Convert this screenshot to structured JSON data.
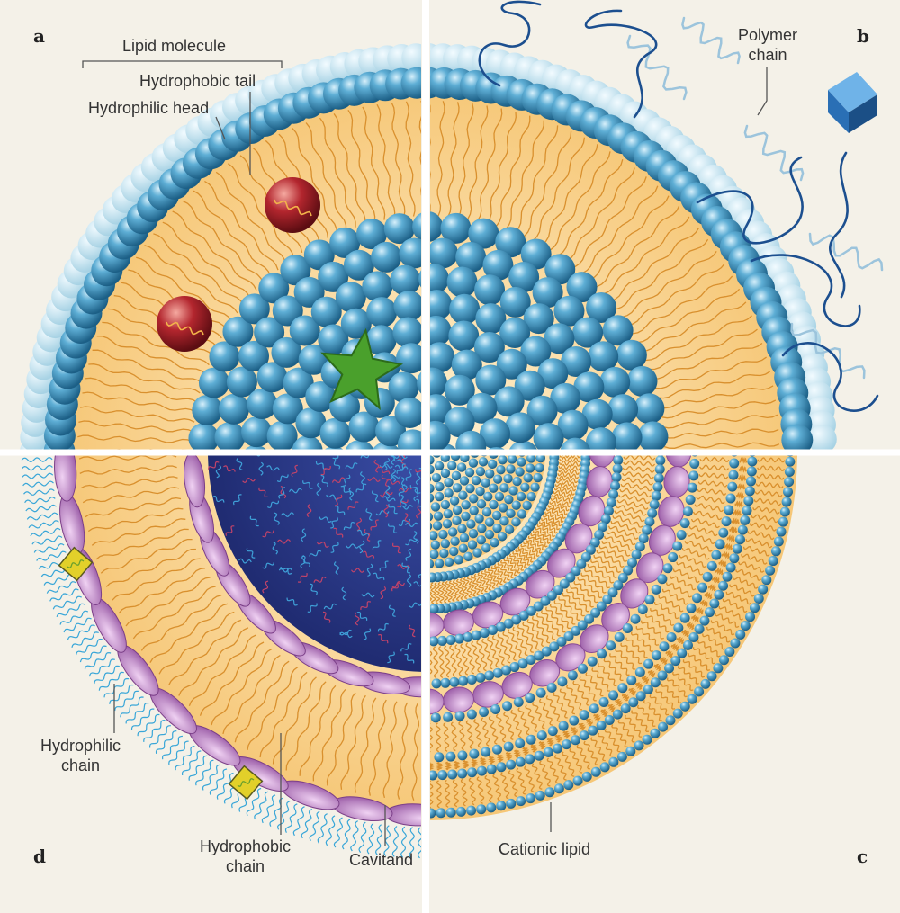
{
  "panels": {
    "a": "a",
    "b": "b",
    "c": "c",
    "d": "d"
  },
  "labels": {
    "lipid_molecule": "Lipid molecule",
    "hydrophobic_tail": "Hydrophobic tail",
    "hydrophilic_head": "Hydrophilic head",
    "polymer_chain": "Polymer\nchain",
    "hydrophilic_chain": "Hydrophilic\nchain",
    "hydrophobic_chain": "Hydrophobic\nchain",
    "cavitand": "Cavitand",
    "cationic_lipid": "Cationic lipid"
  },
  "colors": {
    "background": "#f4f1e8",
    "core": "#fbe3b4",
    "lipid_head": "#3b92be",
    "lipid_tail": "#d9902e",
    "polymer": "#1c4f8f",
    "cavitand": "#b77cc2",
    "hydrophilic_chain": "#38a6d8",
    "drug_sphere": "#b3262e",
    "drug_star": "#4aa02c",
    "polymer_tag": "#2a6fb5",
    "cavitand_guest": "#e2d02a"
  }
}
